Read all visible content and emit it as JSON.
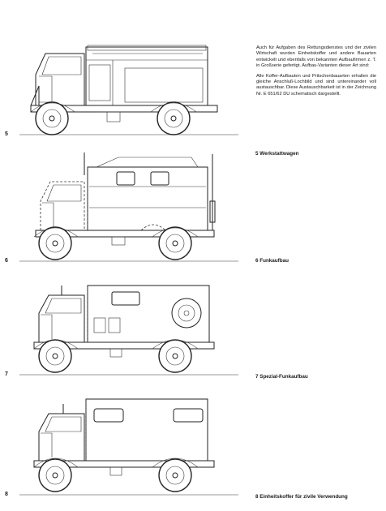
{
  "intro_text": {
    "para1": "Auch für Aufgaben des Rettungsdienstes und der zivilen Wirtschaft wurden Einheitskoffer und andere Bauarten entwickelt und ebenfalls von bekannten Aufbaufirmen z. T. in Großserie gefertigt. Aufbau-Varianten dieser Art sind:",
    "para2": "Alle Koffer-Aufbauten und Pritschenbauarten erhalten die gleiche Anschluß-Lochbild und sind untereinander voll austauschbar. Diese Austauschbarkeit ist in der Zeichnung Nr. E 651/62 DU schematisch dargestellt."
  },
  "figures": [
    {
      "number": "5",
      "caption": "5  Werkstattwagen"
    },
    {
      "number": "6",
      "caption": "6  Funkaufbau"
    },
    {
      "number": "7",
      "caption": "7  Spezial-Funkaufbau"
    },
    {
      "number": "8",
      "caption": "8  Einheitskoffer für zivile Verwendung"
    }
  ]
}
